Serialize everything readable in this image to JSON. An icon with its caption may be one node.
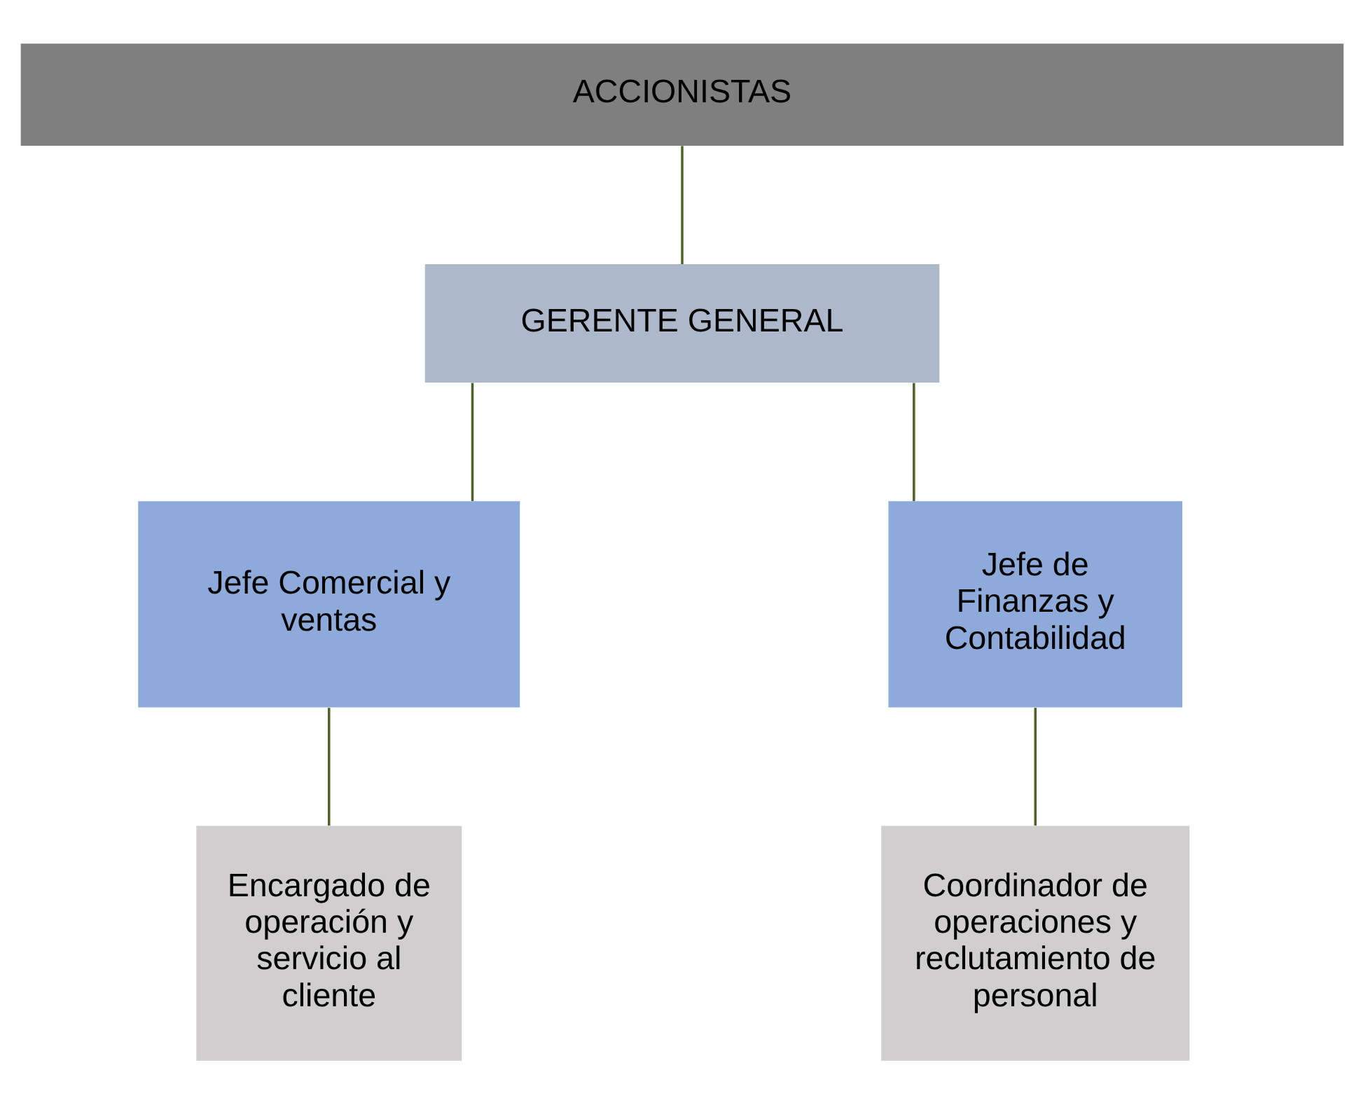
{
  "diagram": {
    "nodes": [
      {
        "text": [
          "ACCIONISTAS"
        ]
      },
      {
        "text": [
          "GERENTE GENERAL"
        ]
      },
      {
        "text": [
          "Jefe Comercial y ventas"
        ]
      },
      {
        "text": [
          "Jefe de Finanzas y Contabilidad"
        ]
      },
      {
        "text": [
          "Encargado de operación y servicio al cliente"
        ]
      },
      {
        "text": [
          "Coordinador de operaciones y reclutamiento de personal"
        ]
      }
    ],
    "edges": [
      {
        "from": 0,
        "to": 1,
        "arrow": "none"
      },
      {
        "from": 1,
        "to": 2,
        "arrow": "none"
      },
      {
        "from": 1,
        "to": 3,
        "arrow": "none"
      },
      {
        "from": 2,
        "to": 4,
        "arrow": "none"
      },
      {
        "from": 3,
        "to": 5,
        "arrow": "none"
      }
    ]
  }
}
